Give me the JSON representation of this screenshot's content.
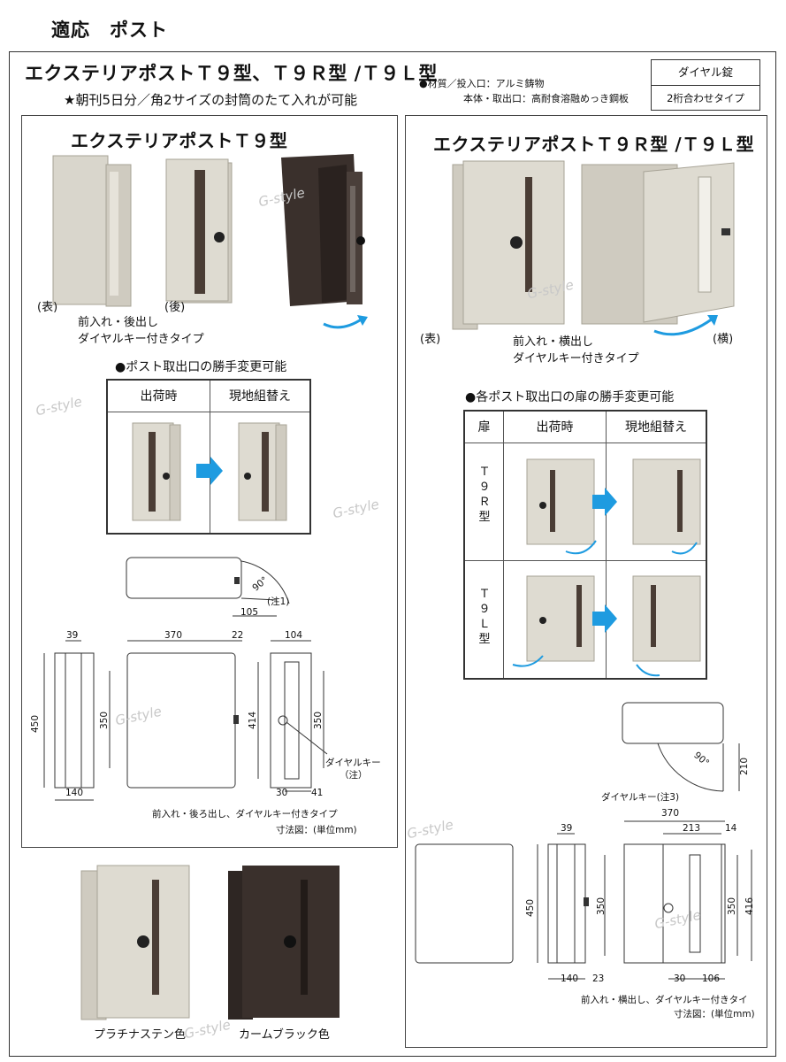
{
  "page_title": "適応　ポスト",
  "header": {
    "product_title": "エクステリアポストＴ９型、Ｔ９Ｒ型 /Ｔ９Ｌ型",
    "subtitle": "★朝刊5日分／角2サイズの封筒のたて入れが可能",
    "material_line1": "●材質／投入口：アルミ鋳物",
    "material_line2": "本体・取出口：高耐食溶融めっき鋼板",
    "lock_label": "ダイヤル錠",
    "lock_type": "2桁合わせタイプ"
  },
  "left_panel": {
    "title": "エクステリアポストＴ９型",
    "label_front": "(表)",
    "label_back": "(後)",
    "caption": "前入れ・後出し\nダイヤルキー付きタイプ",
    "change_note": "●ポスト取出口の勝手変更可能",
    "table_col1": "出荷時",
    "table_col2": "現地組替え",
    "note1": "(注1)",
    "dims": {
      "d105": "105",
      "angle": "90°",
      "d39": "39",
      "d370": "370",
      "d22": "22",
      "d104": "104",
      "d450": "450",
      "d350a": "350",
      "d414": "414",
      "d350b": "350",
      "d140": "140",
      "d30": "30",
      "d41": "41"
    },
    "dial_key": "ダイヤルキー",
    "dial_note": "（注）",
    "diagram_caption": "前入れ・後ろ出し、ダイヤルキー付きタイプ",
    "unit_caption": "寸法図：(単位mm)"
  },
  "right_panel": {
    "title": "エクステリアポストＴ９Ｒ型 /Ｔ９Ｌ型",
    "label_front": "(表)",
    "label_side": "(横)",
    "caption": "前入れ・横出し\nダイヤルキー付きタイプ",
    "change_note": "●各ポスト取出口の扉の勝手変更可能",
    "table_col0": "扉",
    "table_col1": "出荷時",
    "table_col2": "現地組替え",
    "row1_label": "Ｔ\n９\nＲ\n型",
    "row2_label": "Ｔ\n９\nＬ\n型",
    "dims": {
      "d210": "210",
      "angle": "90°",
      "d370": "370",
      "d213": "213",
      "d14": "14",
      "d39": "39",
      "d450": "450",
      "d350a": "350",
      "d350b": "350",
      "d416": "416",
      "d140": "140",
      "d23": "23",
      "d30": "30",
      "d106": "106"
    },
    "dial_key": "ダイヤルキー(注3)",
    "diagram_caption": "前入れ・横出し、ダイヤルキー付きタイ",
    "unit_caption": "寸法図：(単位mm)"
  },
  "colors_section": {
    "color1": "プラチナステン色",
    "color2": "カームブラック色"
  },
  "watermarks": [
    "G-style",
    "G-style",
    "G-style",
    "G-style",
    "G-style",
    "G-style",
    "G-style",
    "G-style"
  ],
  "palette": {
    "platinum": "#d9d6cc",
    "black": "#3a302c",
    "arrow": "#1e9be0"
  }
}
